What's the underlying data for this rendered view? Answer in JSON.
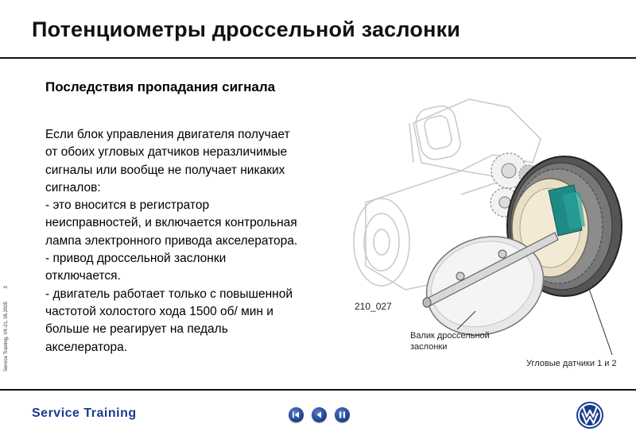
{
  "slide": {
    "title": "Потенциометры дроссельной заслонки",
    "subtitle": "Последствия пропадания сигнала",
    "body_lines": [
      "Если блок управления двигателя получает",
      "от обоих угловых датчиков неразличимые",
      "сигналы или вообще не получает никаких",
      "сигналов:",
      "- это вносится в регистратор",
      "неисправностей, и включается контрольная",
      "лампа электронного привода акселератора.",
      "- привод дроссельной заслонки",
      "отключается.",
      "- двигатель работает только с повышенной",
      "частотой холостого хода 1500 об/ мин и",
      "больше не реагирует на педаль",
      "акселератора."
    ],
    "side_caption": "Service Training, VK-21, 05.2005",
    "page_number": "3"
  },
  "figure": {
    "code": "210_027",
    "shaft_label_line1": "Валик дроссельной",
    "shaft_label_line2": "заслонки",
    "sensors_label": "Угловые датчики 1 и 2"
  },
  "footer": {
    "brand": "Service Training",
    "nav": [
      "first-icon",
      "prev-icon",
      "pause-icon"
    ],
    "logo": "vw-logo"
  },
  "colors": {
    "brand_blue": "#1a3b8c",
    "sensor_teal": "#1e8a86",
    "gear_gray": "#9a9a9a"
  }
}
